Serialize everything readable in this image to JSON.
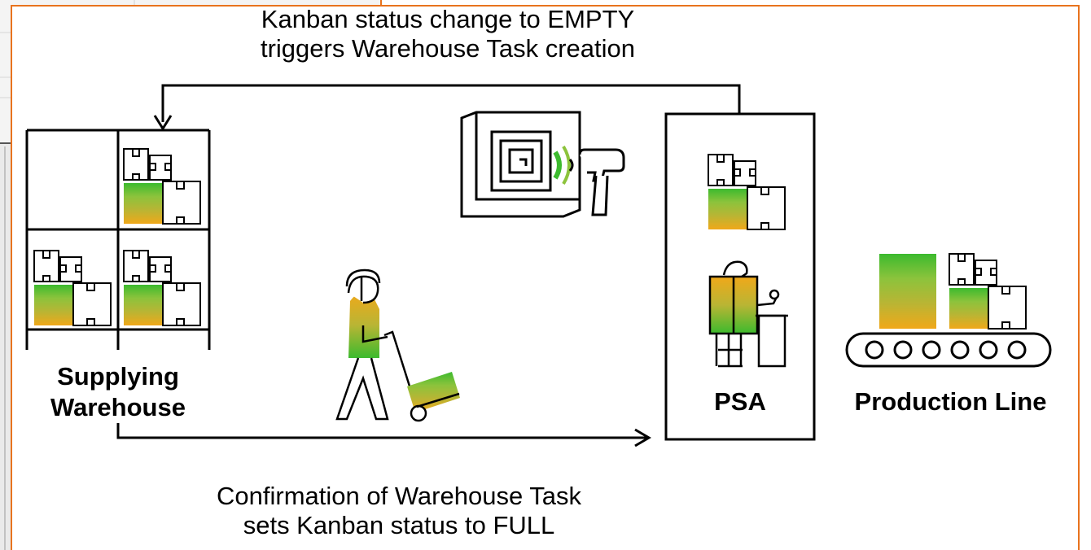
{
  "top_caption": {
    "line1": "Kanban status change to EMPTY",
    "line2": "triggers Warehouse Task creation"
  },
  "bottom_caption": {
    "line1": "Confirmation of Warehouse Task",
    "line2": "sets Kanban status to FULL"
  },
  "labels": {
    "warehouse_line1": "Supplying",
    "warehouse_line2": "Warehouse",
    "psa": "PSA",
    "production_line": "Production Line"
  },
  "colors": {
    "frame_border": "#e8731e",
    "stroke": "#000000",
    "green": "#3cba2e",
    "lime": "#8cc33c",
    "olive": "#b9b534",
    "orange": "#f0a81a",
    "amber": "#e8a01c"
  }
}
